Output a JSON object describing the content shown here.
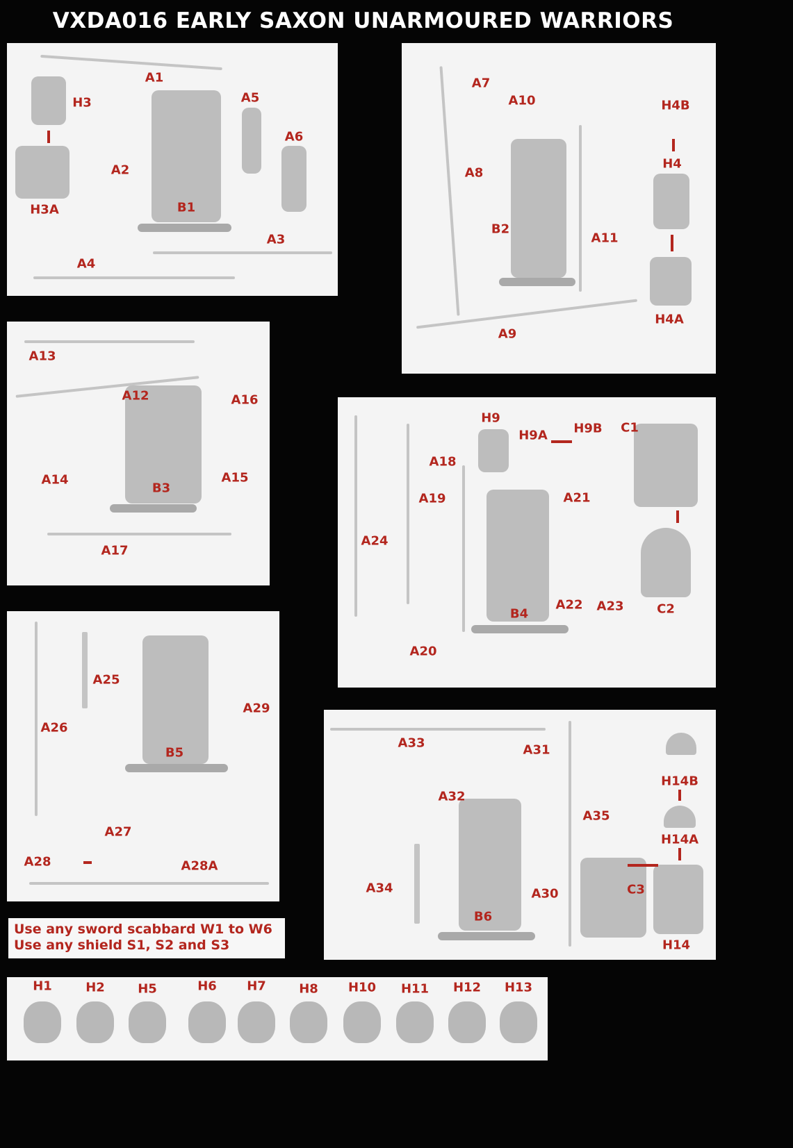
{
  "title": "VXDA016 EARLY SAXON UNARMOURED WARRIORS",
  "panel1": [
    "A1",
    "H3",
    "A5",
    "A6",
    "A2",
    "H3A",
    "B1",
    "A3",
    "A4"
  ],
  "panel2": [
    "A7",
    "A10",
    "H4B",
    "A8",
    "H4",
    "B2",
    "A11",
    "H4A",
    "A9"
  ],
  "panel3": [
    "A13",
    "A12",
    "A16",
    "A14",
    "A15",
    "B3",
    "A17"
  ],
  "panel4": [
    "H9",
    "H9A",
    "H9B",
    "C1",
    "A18",
    "A19",
    "A21",
    "A24",
    "A22",
    "A23",
    "B4",
    "C2",
    "A20"
  ],
  "panel5": [
    "A25",
    "A29",
    "A26",
    "B5",
    "A27",
    "A28",
    "A28A"
  ],
  "panel6": [
    "A33",
    "A31",
    "H14B",
    "A32",
    "A35",
    "H14A",
    "A34",
    "A30",
    "C3",
    "B6",
    "H14"
  ],
  "notes": [
    "Use any sword scabbard W1 to W6",
    "Use any shield S1, S2 and S3"
  ],
  "heads": [
    "H1",
    "H2",
    "H5",
    "H6",
    "H7",
    "H8",
    "H10",
    "H11",
    "H12",
    "H13"
  ],
  "colors": {
    "label": "#b3261e",
    "background": "#050505",
    "panel": "#f4f4f4"
  }
}
